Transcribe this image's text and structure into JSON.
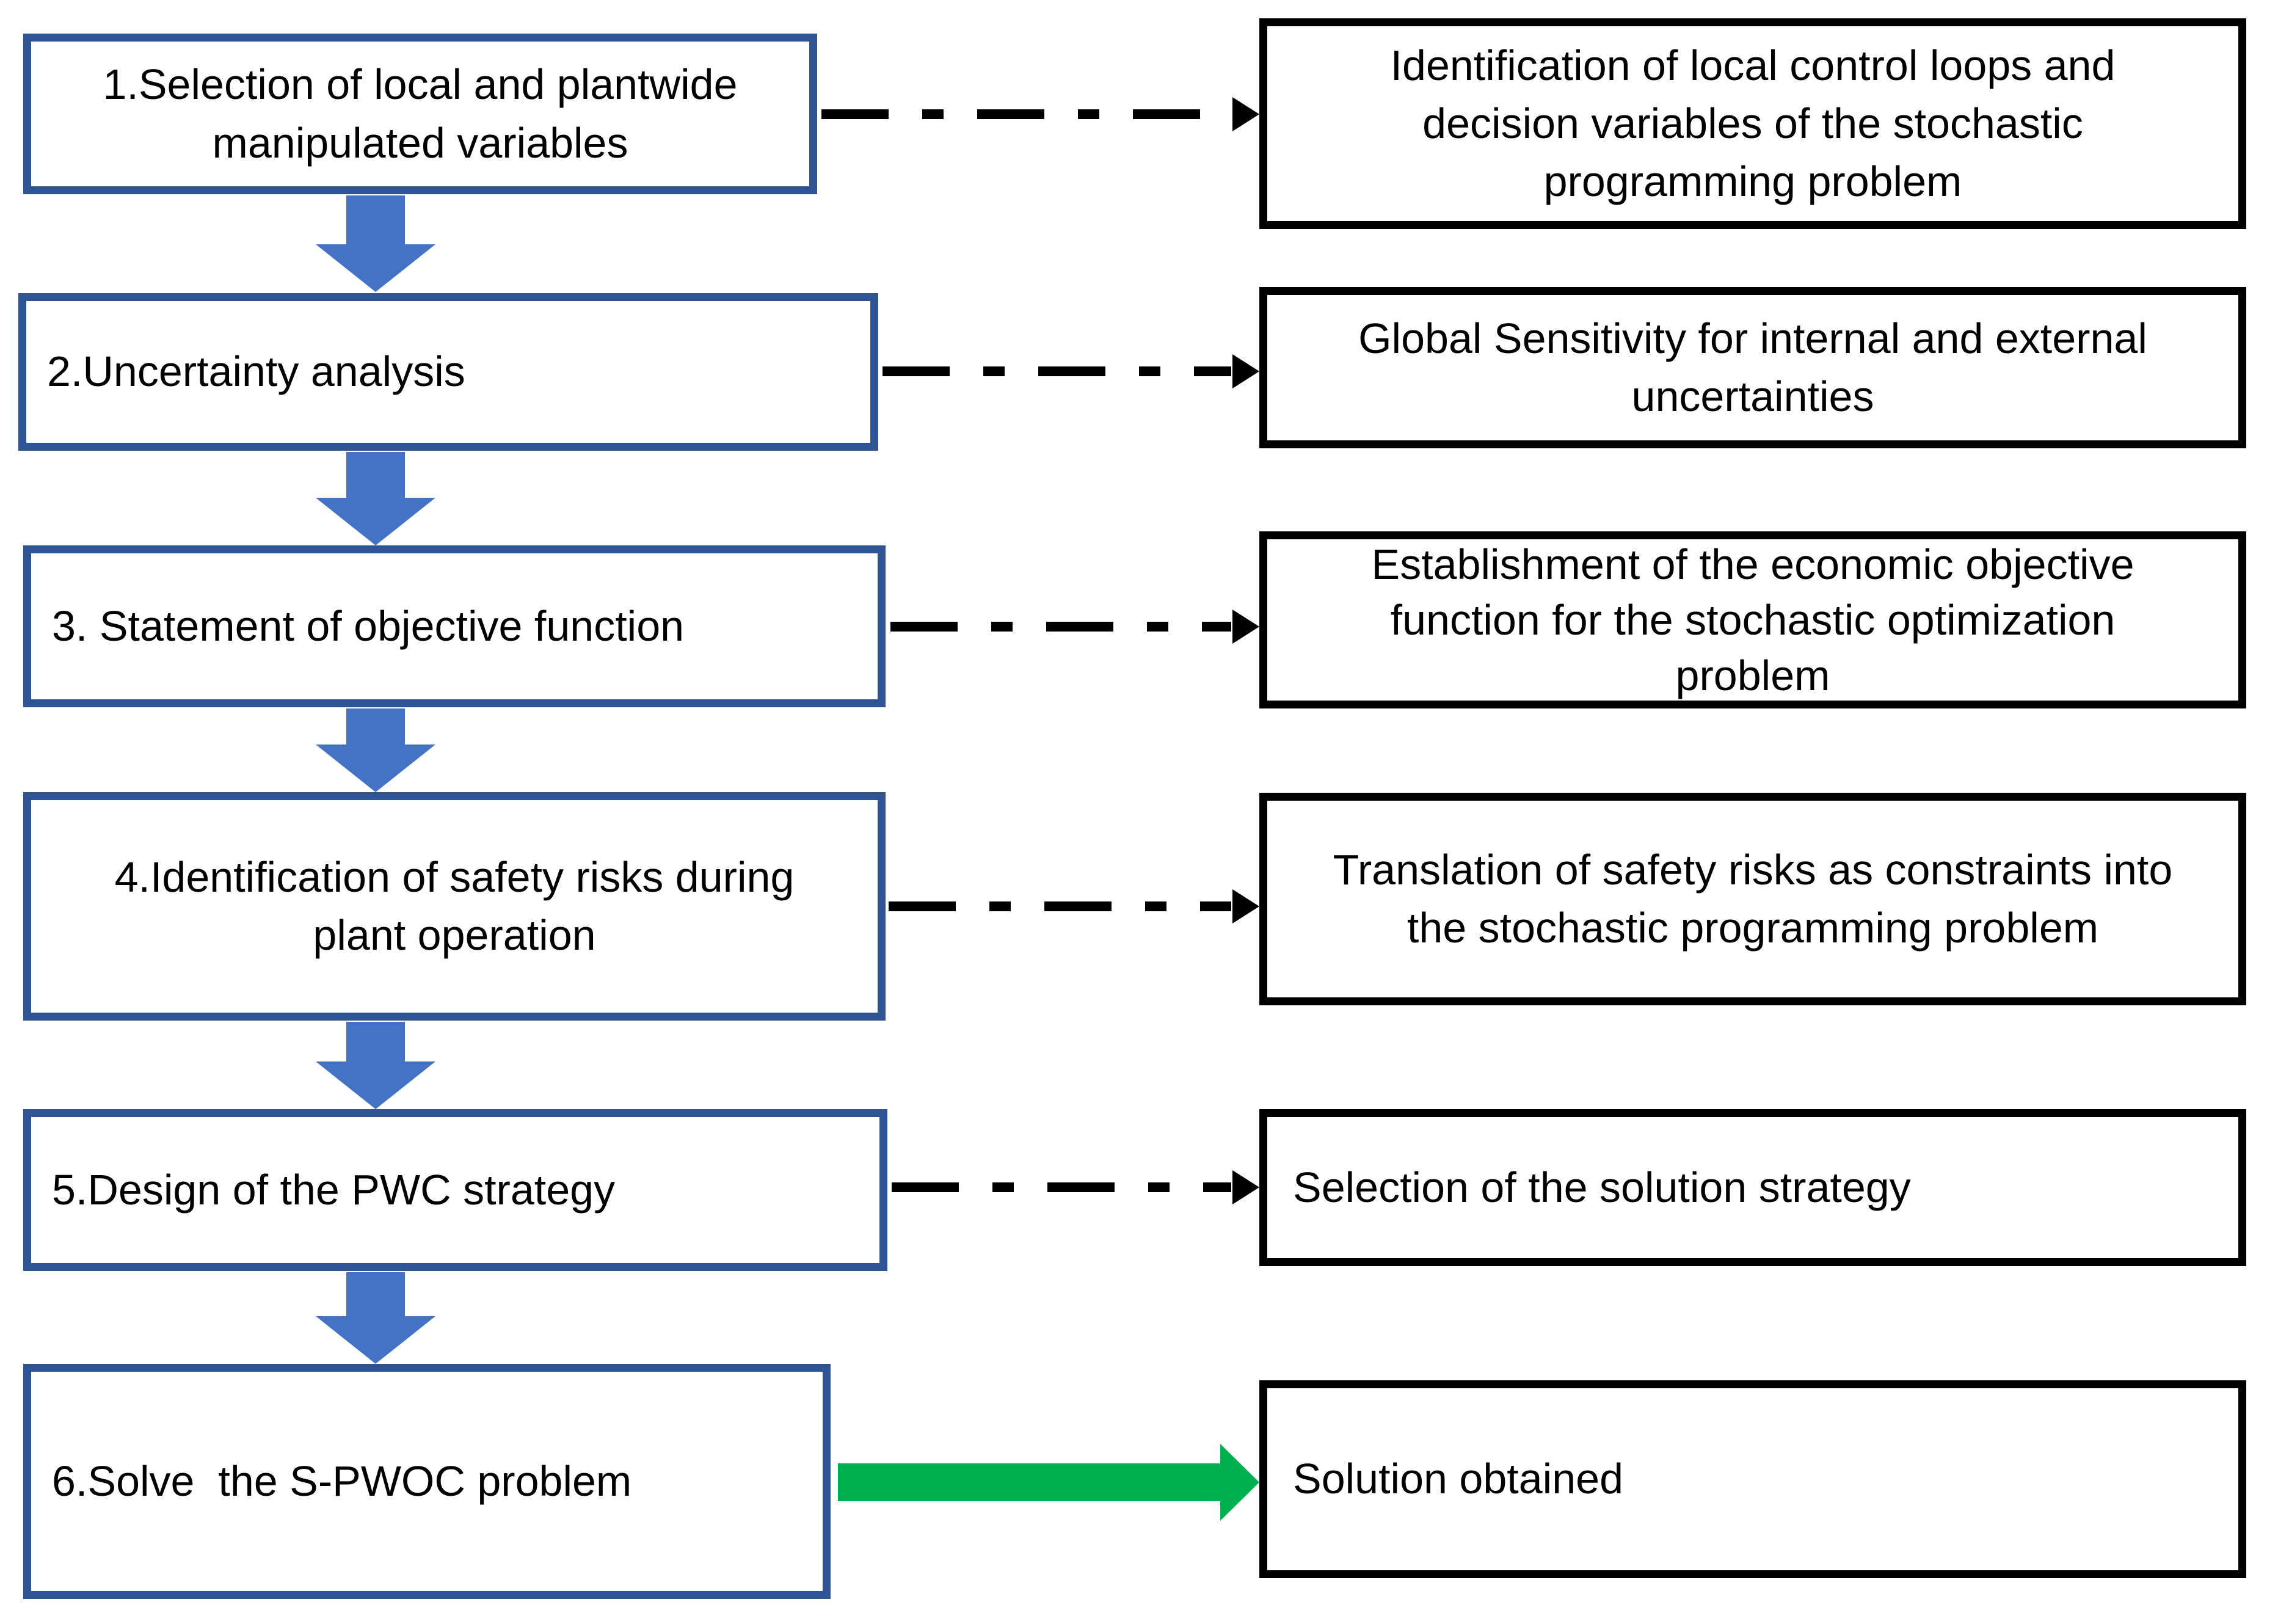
{
  "colors": {
    "background": "#FFFFFF",
    "step_box_border": "#2F5496",
    "down_arrow_fill": "#4472C4",
    "result_box_border": "#000000",
    "dash_arrow": "#000000",
    "green_arrow": "#00B050",
    "text": "#000000"
  },
  "rows": [
    {
      "step": {
        "label": "1.Selection of local and plantwide\nmanipulated variables",
        "align": "center"
      },
      "connector": "dash-dot-arrow",
      "result": {
        "label": "Identification of local control loops and\ndecision variables of the stochastic\nprogramming problem",
        "align": "center"
      }
    },
    {
      "step": {
        "label": "2.Uncertainty analysis",
        "align": "left"
      },
      "connector": "dash-dot-arrow",
      "result": {
        "label": "Global Sensitivity for internal and external\nuncertainties",
        "align": "center"
      }
    },
    {
      "step": {
        "label": "3. Statement of objective function",
        "align": "left"
      },
      "connector": "dash-dot-arrow",
      "result": {
        "label": "Establishment of the economic objective\nfunction for the stochastic optimization\nproblem",
        "align": "center"
      }
    },
    {
      "step": {
        "label": "4.Identification of safety risks during\nplant operation",
        "align": "center"
      },
      "connector": "dash-dot-arrow",
      "result": {
        "label": "Translation of safety risks as constraints into\nthe stochastic programming problem",
        "align": "center"
      }
    },
    {
      "step": {
        "label": "5.Design of the PWC strategy",
        "align": "left"
      },
      "connector": "dash-dot-arrow",
      "result": {
        "label": "Selection of the solution strategy",
        "align": "left"
      }
    },
    {
      "step": {
        "label": "6.Solve  the S-PWOC problem",
        "align": "left"
      },
      "connector": "solid-green-arrow",
      "result": {
        "label": "Solution obtained",
        "align": "left"
      }
    }
  ]
}
